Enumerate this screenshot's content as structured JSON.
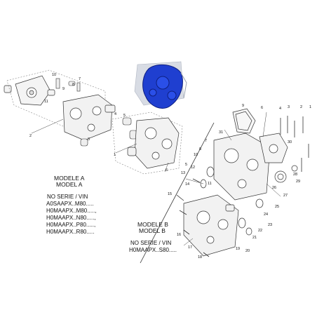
{
  "model_a": {
    "title_fr": "MODELE A",
    "title_en": "MODEL A",
    "serial_label": "NO SERIE / VIN",
    "serials": [
      "A0SAAPX..M80.....",
      "H0MAAPX..M80.....,",
      "H0MAAPX..N80.....,",
      "H0MAAPX..P80.....,",
      "H0MAAPX..R80....."
    ]
  },
  "model_b": {
    "title_fr": "MODELE B",
    "title_en": "MODEL B",
    "serial_label": "NO SERIE / VIN",
    "serials": [
      "H0MAAPX..S80....."
    ]
  },
  "colors": {
    "highlight": "#1f3fd0",
    "line": "#333333",
    "ghost": "#b9c0cc"
  },
  "callouts_a": [
    "1",
    "2",
    "3",
    "4",
    "5",
    "6",
    "7",
    "8",
    "9",
    "10",
    "11"
  ],
  "callouts_b": [
    "1",
    "2",
    "3",
    "4",
    "5",
    "6",
    "7",
    "8",
    "9",
    "10",
    "11",
    "12",
    "13",
    "14",
    "15",
    "16",
    "17",
    "18",
    "19",
    "20",
    "21",
    "22",
    "23",
    "24",
    "25",
    "26",
    "27",
    "28",
    "29",
    "30",
    "31"
  ]
}
